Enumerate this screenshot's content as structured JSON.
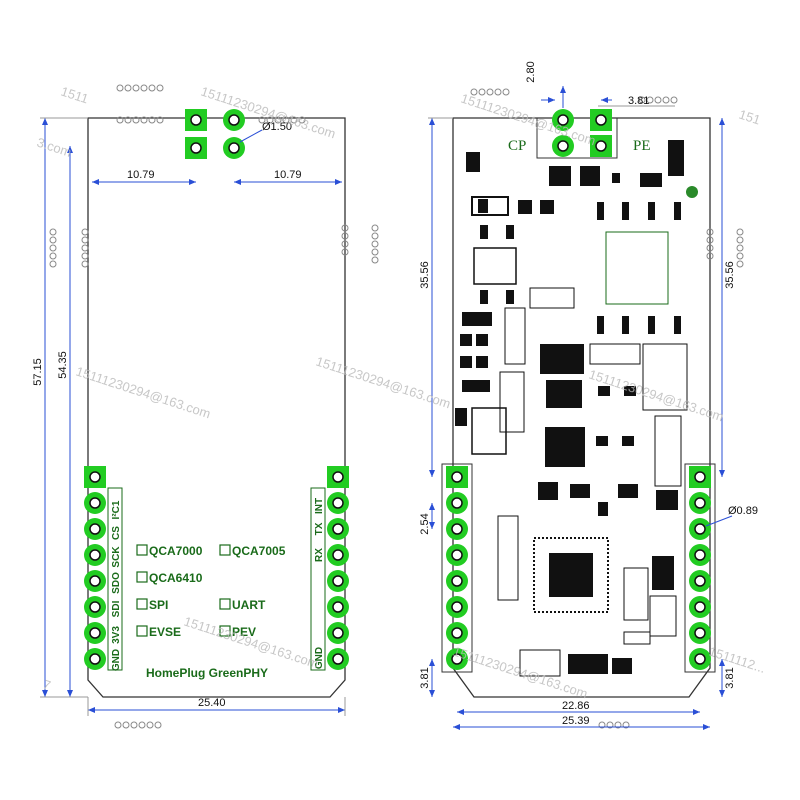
{
  "watermark": "15111230294@163.com",
  "watermark_parts": {
    "a": "1511",
    "b": "151",
    "c": "7",
    "d": "1511112...",
    "e": "3.com"
  },
  "colors": {
    "pad_green": "#22cc22",
    "silk_green": "#1a6b1a",
    "dim_blue": "#2a4fd6",
    "component": "#111111"
  },
  "left_board": {
    "dims": {
      "height_outer": "57.15",
      "height_inner": "54.35",
      "top_left_offset": "10.79",
      "top_right_offset": "10.79",
      "hole_diameter": "Ø1.50",
      "width": "25.40"
    },
    "checkboxes": [
      "QCA7000",
      "QCA7005",
      "QCA6410",
      "SPI",
      "UART",
      "EVSE",
      "PEV"
    ],
    "pins_left": [
      "I²C1",
      "CS",
      "SCK",
      "SDO",
      "SDI",
      "3V3",
      "GND"
    ],
    "pins_right": [
      "INT",
      "TX",
      "RX",
      "GND"
    ],
    "product_name": "HomePlug GreenPHY"
  },
  "right_board": {
    "dims": {
      "top_pin_gap": "2.80",
      "top_pin_offset": "3.81",
      "height_left": "35.56",
      "height_right": "35.56",
      "pitch": "2.54",
      "pad_diameter": "Ø0.89",
      "bottom_left": "3.81",
      "bottom_right": "3.81",
      "width_inner": "22.86",
      "width_outer": "25.39"
    },
    "labels": {
      "cp": "CP",
      "pe": "PE"
    }
  }
}
